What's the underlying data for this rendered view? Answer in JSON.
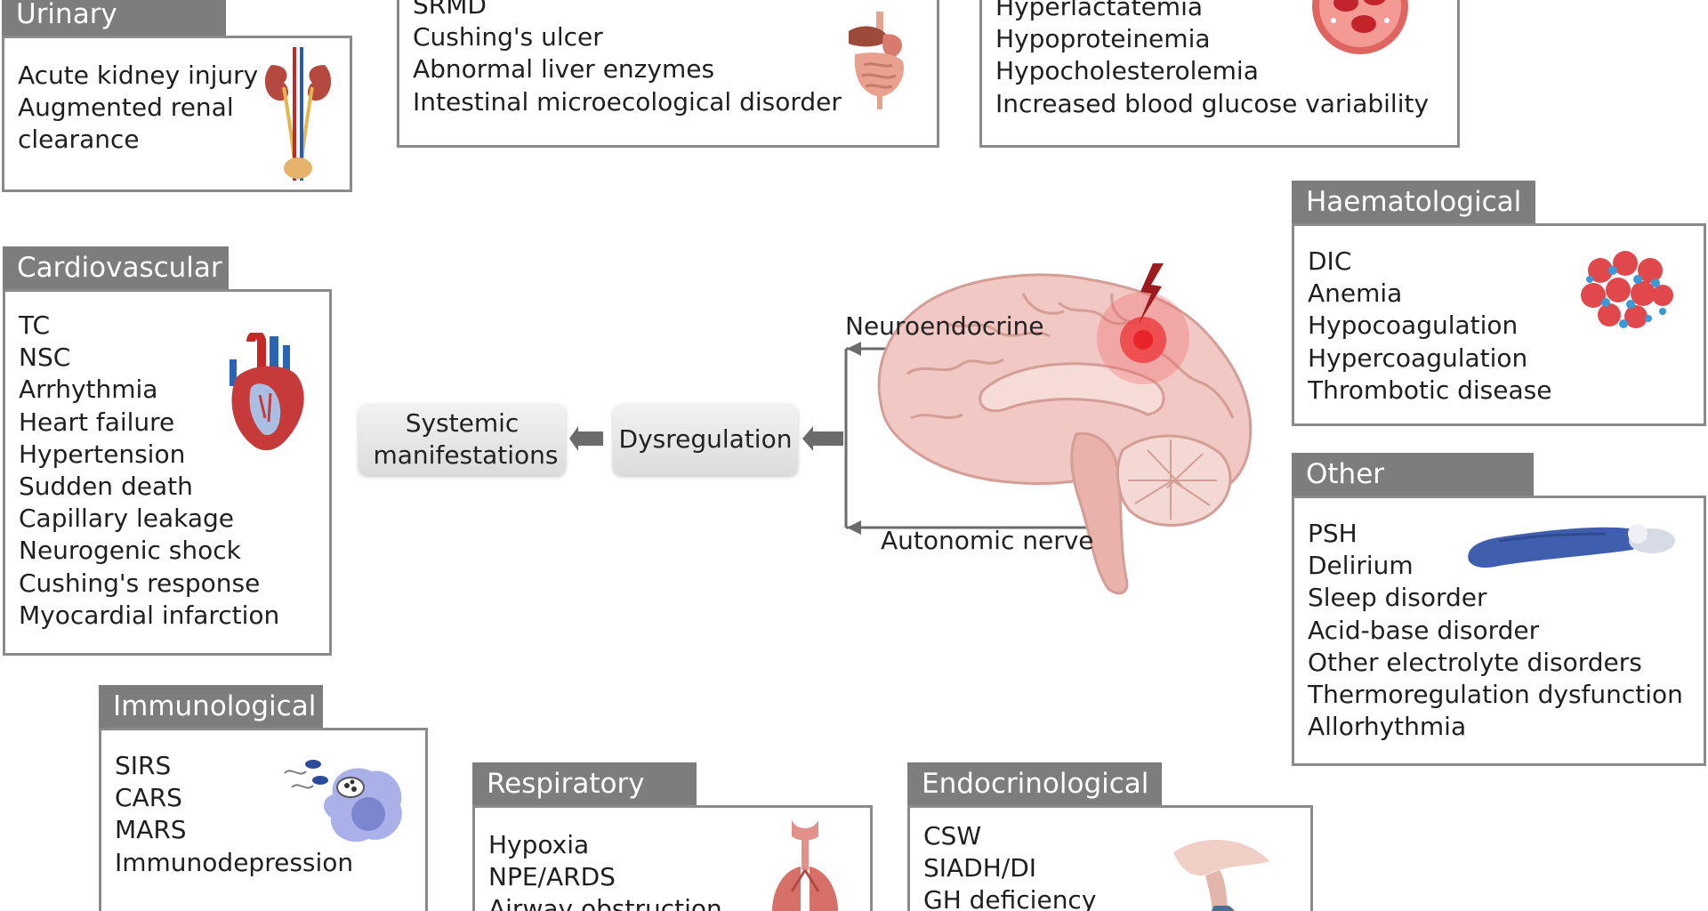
{
  "panels": {
    "urinary": {
      "title": "Urinary",
      "items": [
        "Acute kidney injury",
        "Augmented renal",
        "clearance"
      ]
    },
    "gastro": {
      "items": [
        "SRMD",
        "Cushing's ulcer",
        "Abnormal liver enzymes",
        "Intestinal microecological disorder"
      ]
    },
    "metabolic": {
      "items": [
        "Hyperlactatemia",
        "Hypoproteinemia",
        "Hypocholesterolemia",
        "Increased blood glucose variability"
      ]
    },
    "haematological": {
      "title": "Haematological",
      "items": [
        "DIC",
        "Anemia",
        "Hypocoagulation",
        "Hypercoagulation",
        "Thrombotic disease"
      ]
    },
    "cardiovascular": {
      "title": "Cardiovascular",
      "items": [
        "TC",
        "NSC",
        "Arrhythmia",
        "Heart failure",
        "Hypertension",
        "Sudden death",
        "Capillary leakage",
        "Neurogenic shock",
        "Cushing's response",
        "Myocardial infarction"
      ]
    },
    "other": {
      "title": "Other",
      "items": [
        "PSH",
        "Delirium",
        "Sleep disorder",
        "Acid-base disorder",
        "Other electrolyte disorders",
        "Thermoregulation dysfunction",
        "Allorhythmia"
      ]
    },
    "immunological": {
      "title": "Immunological",
      "items": [
        "SIRS",
        "CARS",
        "MARS",
        "Immunodepression"
      ]
    },
    "respiratory": {
      "title": "Respiratory",
      "items": [
        "Hypoxia",
        "NPE/ARDS",
        "Airway obstruction"
      ]
    },
    "endocrinological": {
      "title": "Endocrinological",
      "items": [
        "CSW",
        "SIADH/DI",
        "GH deficiency"
      ]
    }
  },
  "flow": {
    "systemic": "Systemic manifestations",
    "dysregulation": "Dysregulation"
  },
  "brain_labels": {
    "neuroendocrine": "Neuroendocrine",
    "autonomic": "Autonomic nerve"
  },
  "colors": {
    "header_bg": "#7d7d7d",
    "border": "#8a8a8a",
    "arrow": "#6b6b6b",
    "brain": "#f1c8c3",
    "injury": "#e8232a"
  },
  "icons": {
    "urinary": "kidney-icon",
    "gastro": "digestive-system-icon",
    "metabolic": "blood-cell-icon",
    "haematological": "platelet-cluster-icon",
    "cardiovascular": "heart-icon",
    "other": "patient-in-bed-icon",
    "immunological": "macrophage-icon",
    "respiratory": "lungs-icon",
    "endocrinological": "pituitary-icon",
    "injury": "lightning-bolt-icon"
  }
}
